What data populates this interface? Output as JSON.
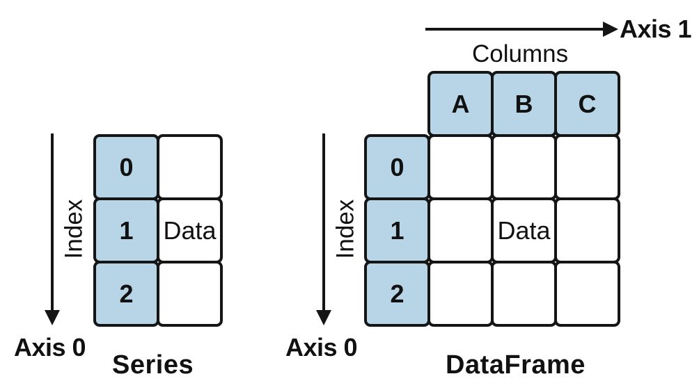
{
  "series": {
    "title": "Series",
    "axis_label": "Axis 0",
    "index_label": "Index",
    "index_values": [
      "0",
      "1",
      "2"
    ],
    "data_label": "Data"
  },
  "dataframe": {
    "title": "DataFrame",
    "axis0_label": "Axis 0",
    "axis1_label": "Axis 1",
    "index_label": "Index",
    "columns_label": "Columns",
    "column_names": [
      "A",
      "B",
      "C"
    ],
    "index_values": [
      "0",
      "1",
      "2"
    ],
    "data_label": "Data"
  },
  "colors": {
    "header_fill": "#b8d5e7",
    "border": "#151515"
  }
}
